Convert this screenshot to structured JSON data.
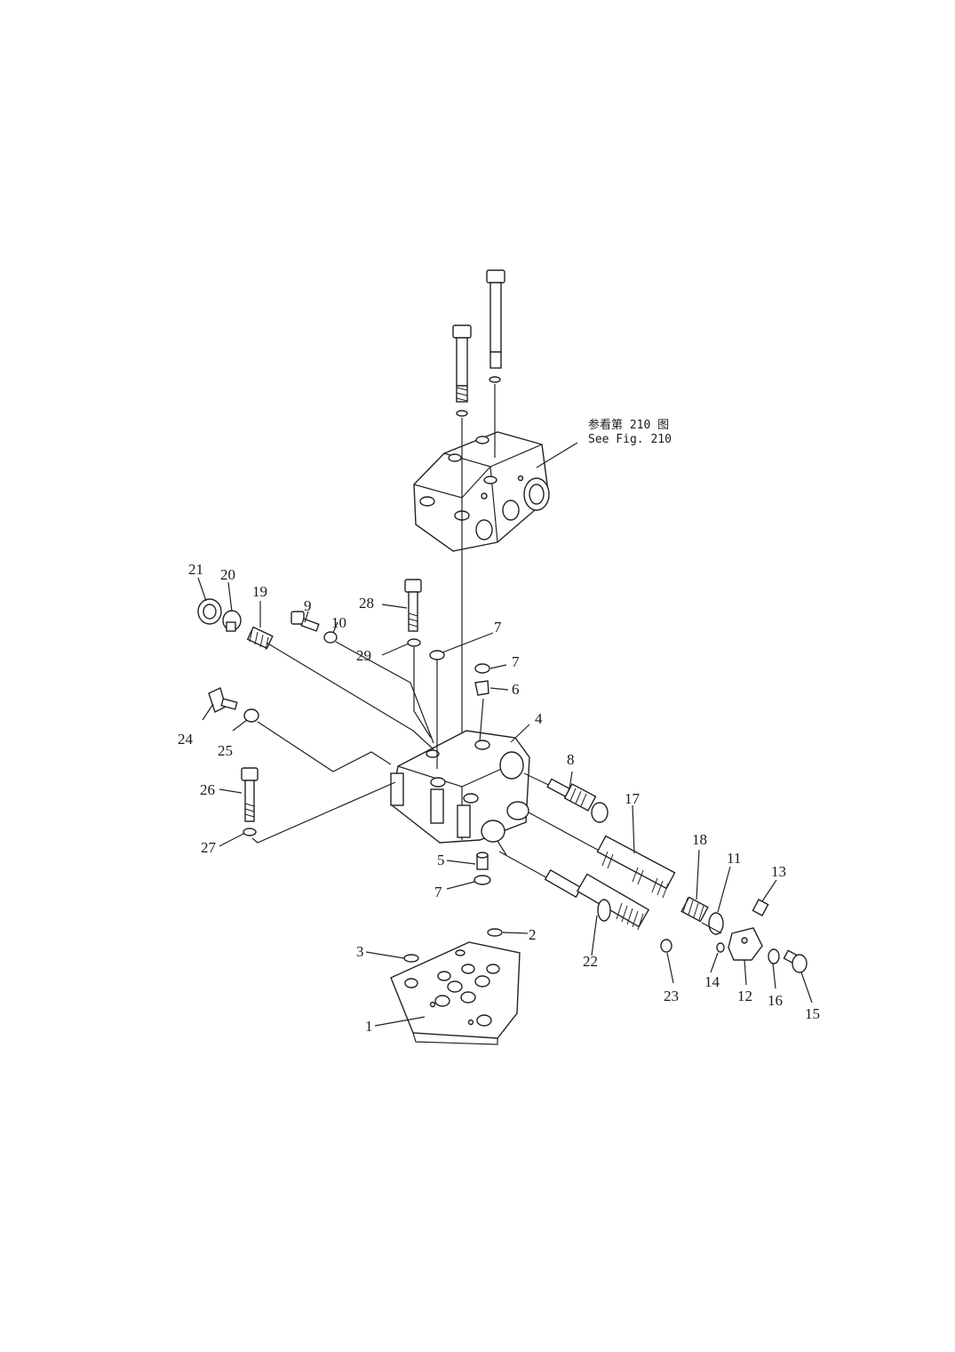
{
  "reference": {
    "line1": "参看第 210 图",
    "line2": "See Fig. 210"
  },
  "labels": {
    "l1": "1",
    "l2": "2",
    "l3": "3",
    "l4": "4",
    "l5": "5",
    "l6": "6",
    "l7a": "7",
    "l7b": "7",
    "l7c": "7",
    "l8": "8",
    "l9": "9",
    "l10": "10",
    "l11": "11",
    "l12": "12",
    "l13": "13",
    "l14": "14",
    "l15": "15",
    "l16": "16",
    "l17": "17",
    "l18": "18",
    "l19": "19",
    "l20": "20",
    "l21": "21",
    "l22": "22",
    "l23": "23",
    "l24": "24",
    "l25": "25",
    "l26": "26",
    "l27": "27",
    "l28": "28",
    "l29": "29"
  }
}
